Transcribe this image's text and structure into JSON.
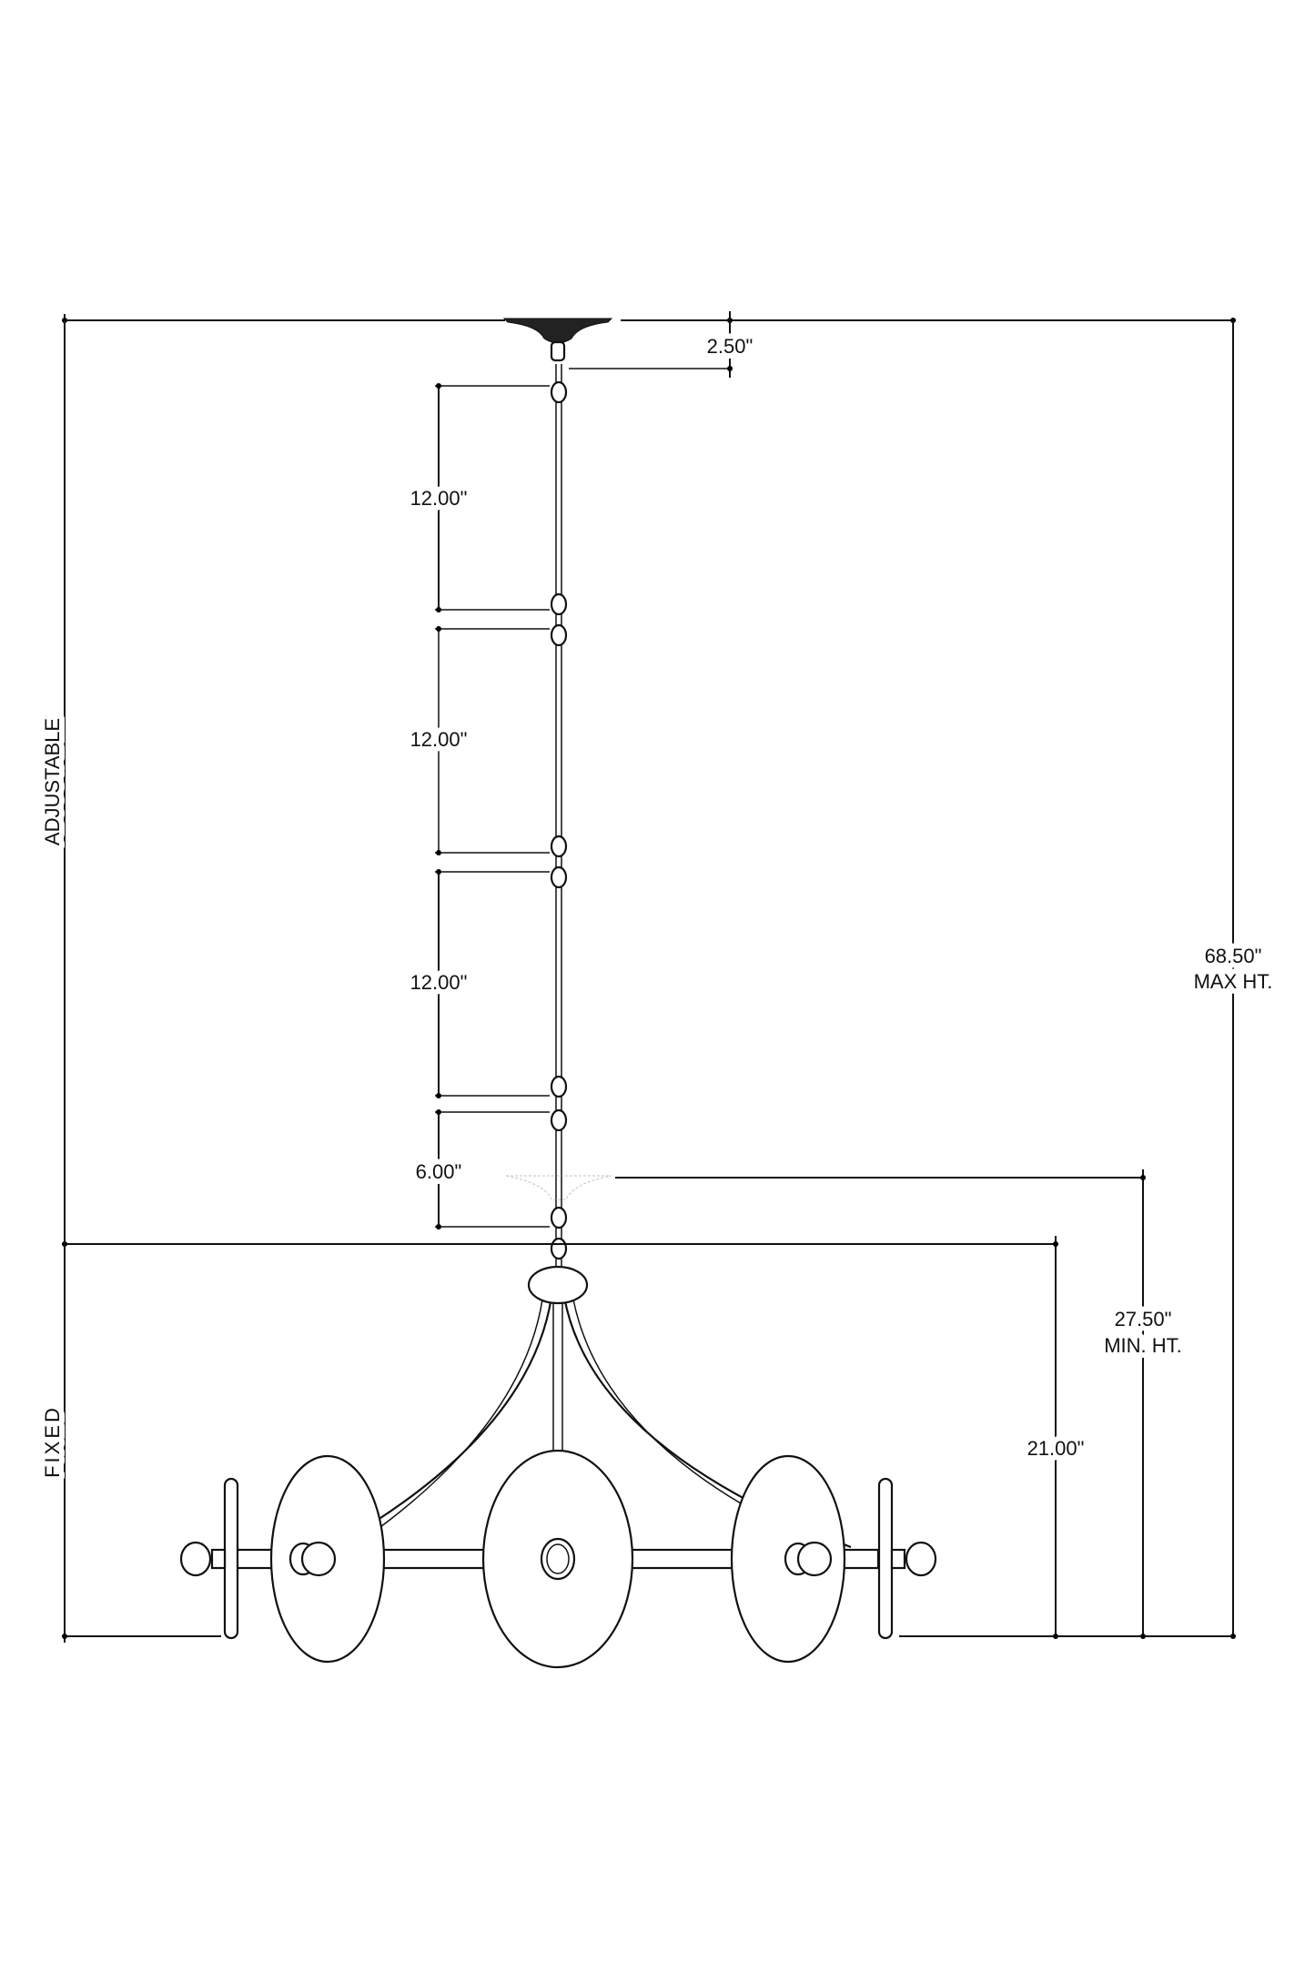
{
  "labels": {
    "adjustable": "ADJUSTABLE",
    "fixed": "FIXED",
    "canopy_depth": "2.50\"",
    "chain_segments": [
      "12.00\"",
      "12.00\"",
      "12.00\"",
      "6.00\""
    ],
    "max_height": "68.50\"",
    "max_height_label": "MAX HT.",
    "min_height": "27.50\"",
    "min_height_label": "MIN. HT.",
    "fixed_height": "21.00\""
  }
}
